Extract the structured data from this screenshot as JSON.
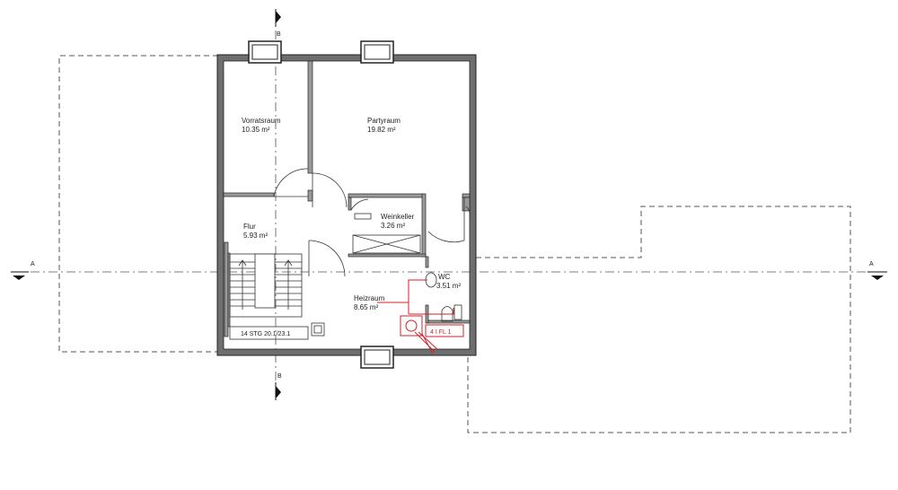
{
  "section_markers": {
    "a_left": "A",
    "a_right": "A",
    "b_top": "B",
    "b_bottom": "B"
  },
  "rooms": [
    {
      "name": "Vorratsraum",
      "area": "10.35 m²"
    },
    {
      "name": "Partyraum",
      "area": "19.82 m²"
    },
    {
      "name": "Flur",
      "area": "5.93 m²"
    },
    {
      "name": "Weinkeller",
      "area": "3.26 m²"
    },
    {
      "name": "WC",
      "area": "3.51 m²"
    },
    {
      "name": "Heizraum",
      "area": "8.65 m²"
    }
  ],
  "stair_label": "14 STG 20.1/23.1",
  "tank_label": "4 I FL 1",
  "colors": {
    "wall": "#6e6e6e",
    "line": "#333333",
    "dashed": "#555555",
    "heating": "#d0202a"
  }
}
